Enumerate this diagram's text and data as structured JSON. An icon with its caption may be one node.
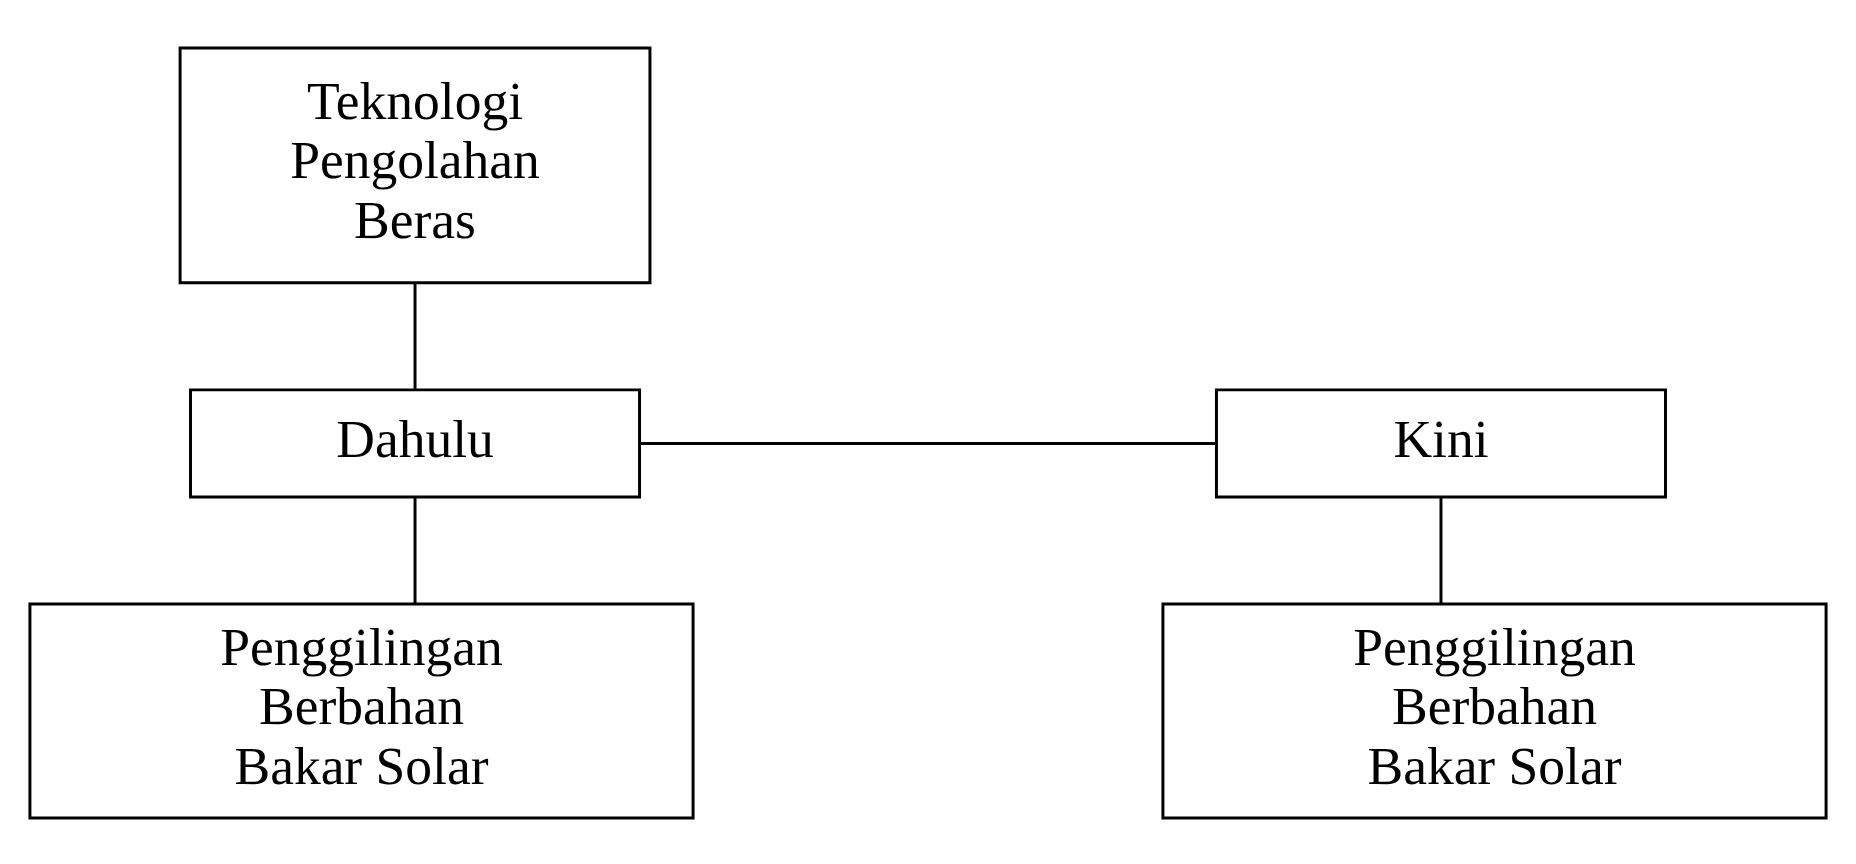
{
  "diagram": {
    "nodes": [
      {
        "text": [
          "Teknologi Pengolahan Beras"
        ]
      },
      {
        "text": [
          "Dahulu"
        ]
      },
      {
        "text": [
          "Kini"
        ]
      },
      {
        "text": [
          "Penggilingan Berbahan Bakar Solar"
        ]
      },
      {
        "text": [
          "Penggilingan Berbahan Bakar Solar"
        ]
      }
    ],
    "edges": [
      {
        "from": 0,
        "to": 1,
        "arrow": "none"
      },
      {
        "from": 1,
        "to": 2,
        "arrow": "none"
      },
      {
        "from": 1,
        "to": 3,
        "arrow": "none"
      },
      {
        "from": 2,
        "to": 4,
        "arrow": "none"
      }
    ]
  }
}
